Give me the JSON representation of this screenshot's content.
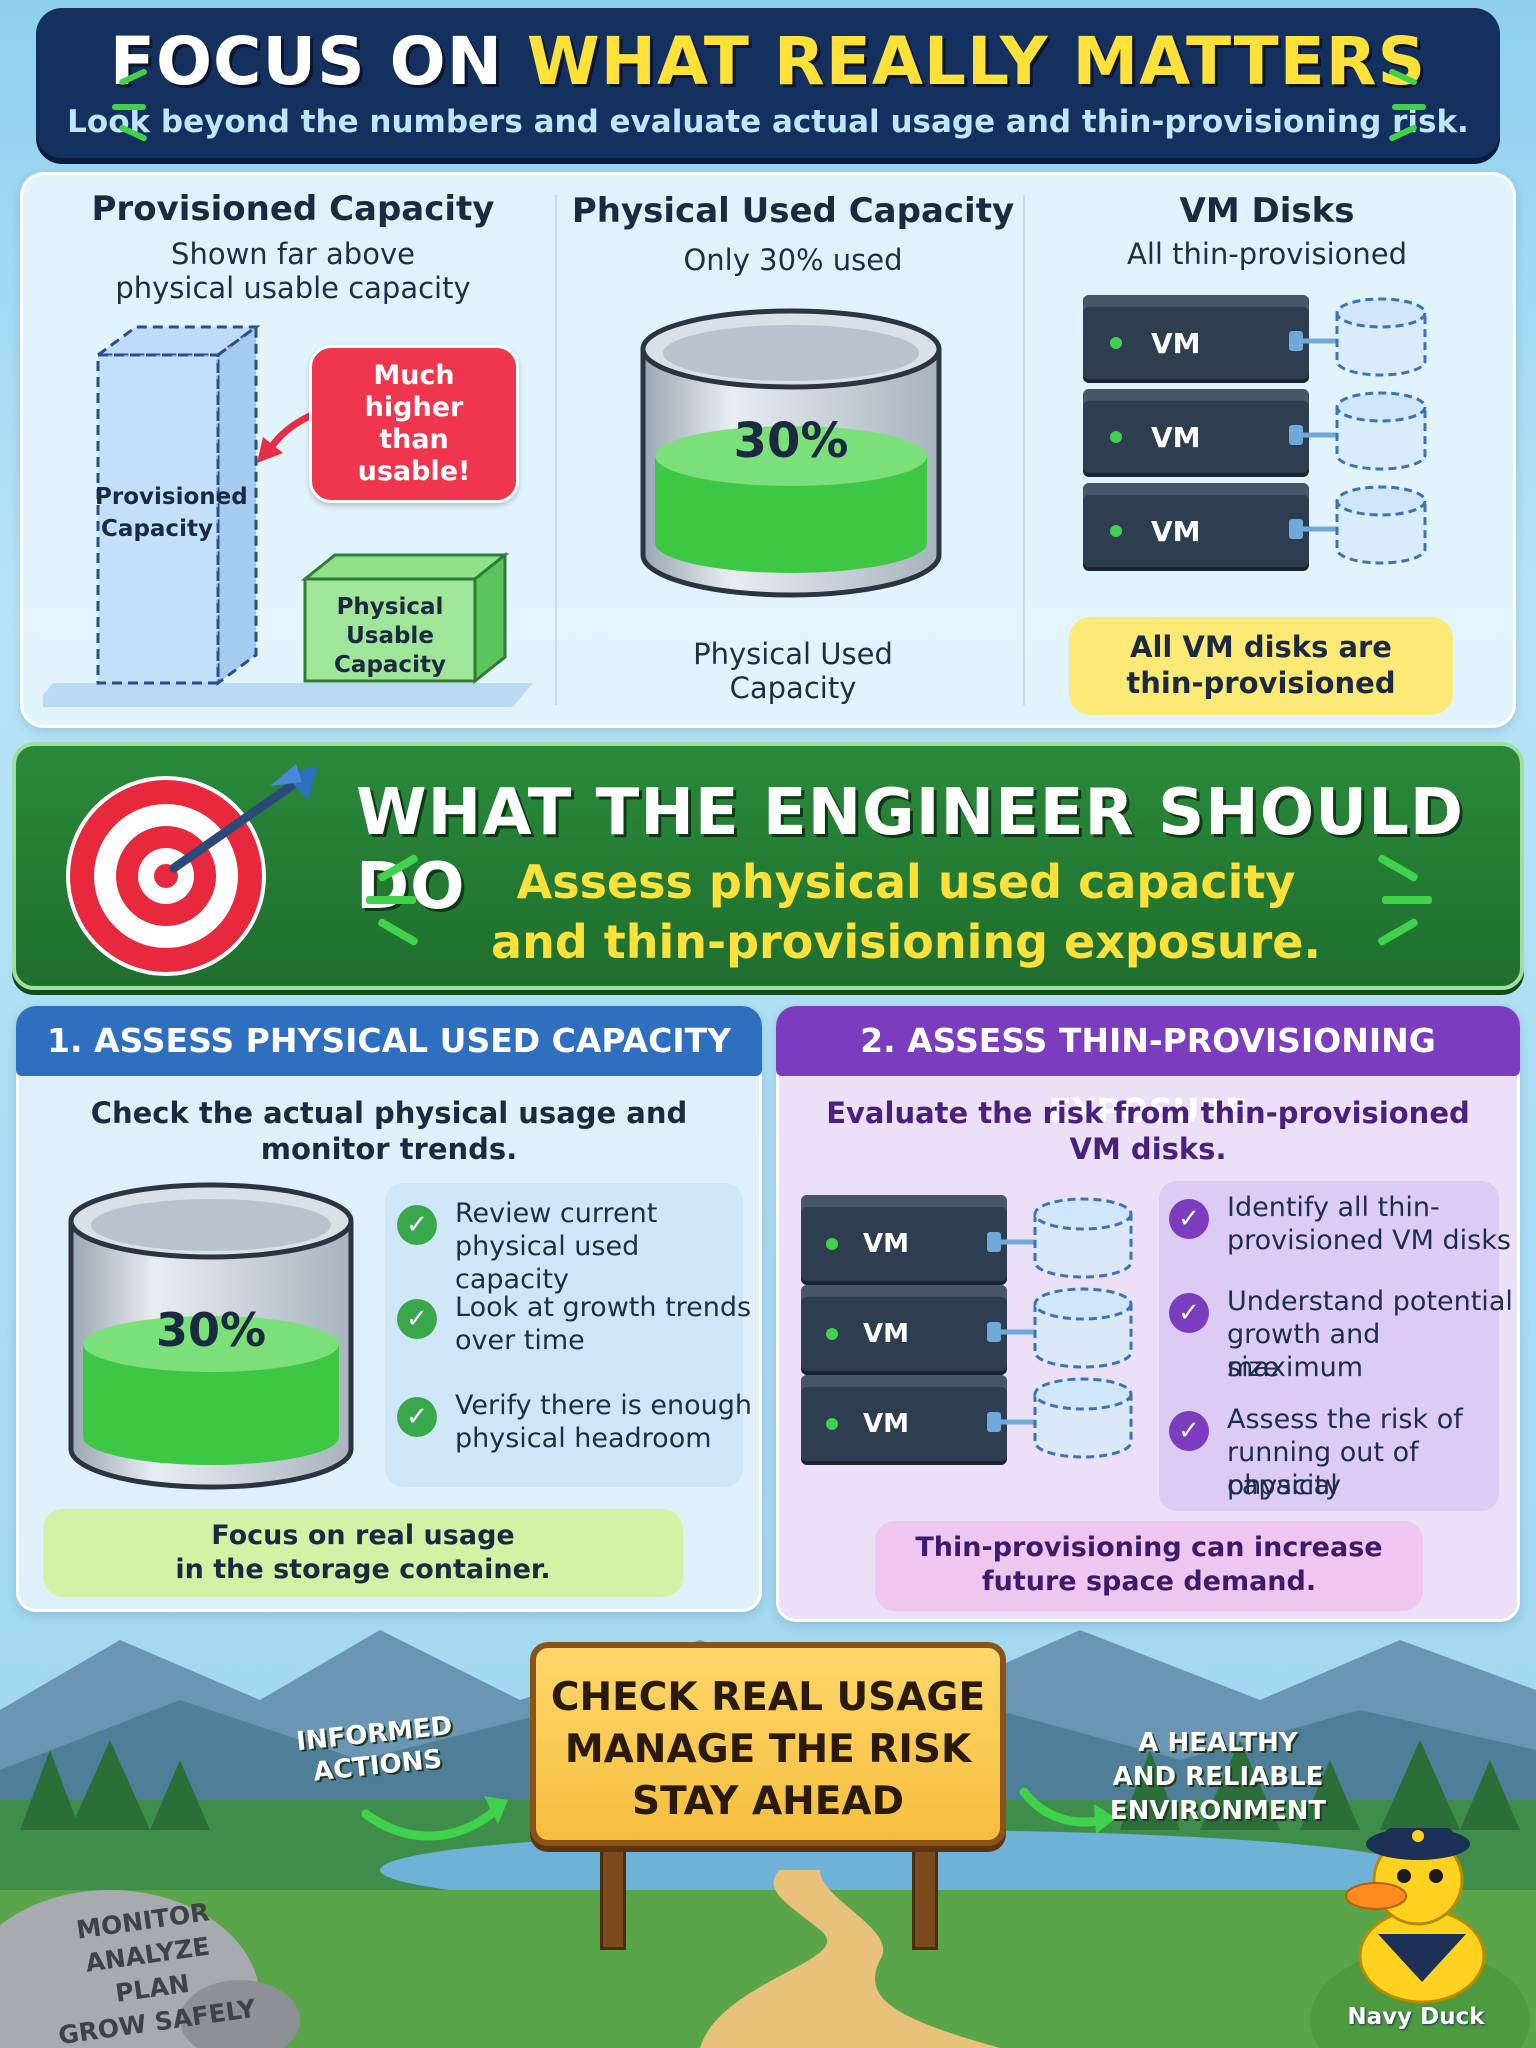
{
  "header": {
    "title_part1": "FOCUS ON ",
    "title_part2": "WHAT REALLY MATTERS",
    "subtitle": "Look beyond the numbers and evaluate actual usage and thin-provisioning risk."
  },
  "top_panel": {
    "provisioned": {
      "title": "Provisioned Capacity",
      "subtitle_line1": "Shown far above",
      "subtitle_line2": "physical usable capacity",
      "box_label_line1": "Provisioned",
      "box_label_line2": "Capacity",
      "small_box_line1": "Physical",
      "small_box_line2": "Usable",
      "small_box_line3": "Capacity",
      "callout_line1": "Much higher",
      "callout_line2": "than usable!"
    },
    "physical_used": {
      "title": "Physical Used Capacity",
      "subtitle": "Only 30% used",
      "percent": "30%",
      "fill_fraction": 0.3,
      "caption_line1": "Physical Used",
      "caption_line2": "Capacity"
    },
    "vm_disks": {
      "title": "VM Disks",
      "subtitle": "All thin-provisioned",
      "server_labels": [
        "VM",
        "VM",
        "VM"
      ],
      "note_line1": "All VM disks are",
      "note_line2": "thin-provisioned"
    }
  },
  "banner": {
    "title": "WHAT THE ENGINEER SHOULD DO",
    "sub_line1": "Assess physical used capacity",
    "sub_line2": "and thin-provisioning exposure."
  },
  "section1": {
    "header": "1. ASSESS PHYSICAL USED CAPACITY",
    "desc_line1": "Check the actual physical usage and",
    "desc_line2": "monitor trends.",
    "percent": "30%",
    "fill_fraction": 0.3,
    "checks": [
      {
        "line1": "Review current",
        "line2": "physical used capacity"
      },
      {
        "line1": "Look at growth trends",
        "line2": "over time"
      },
      {
        "line1": "Verify there is enough",
        "line2": "physical headroom"
      }
    ],
    "note_line1": "Focus on real usage",
    "note_line2": "in the storage container."
  },
  "section2": {
    "header": "2. ASSESS THIN-PROVISIONING EXPOSURE",
    "desc_line1": "Evaluate the risk from thin-provisioned",
    "desc_line2": "VM disks.",
    "server_labels": [
      "VM",
      "VM",
      "VM"
    ],
    "checks": [
      {
        "line1": "Identify all thin-",
        "line2": "provisioned VM disks",
        "line3": ""
      },
      {
        "line1": "Understand potential",
        "line2": "growth and maximum",
        "line3": "size"
      },
      {
        "line1": "Assess the risk of",
        "line2": "running out of physical",
        "line3": "capacity"
      }
    ],
    "note_line1": "Thin-provisioning can increase",
    "note_line2": "future space demand."
  },
  "footer": {
    "sign_line1": "CHECK REAL USAGE",
    "sign_line2": "MANAGE THE RISK",
    "sign_line3": "STAY AHEAD",
    "left_line1": "INFORMED",
    "left_line2": "ACTIONS",
    "right_line1": "A HEALTHY",
    "right_line2": "AND RELIABLE",
    "right_line3": "ENVIRONMENT",
    "rock_lines": [
      "MONITOR",
      "ANALYZE",
      "PLAN",
      "GROW SAFELY"
    ],
    "mascot_name": "Navy Duck"
  },
  "colors": {
    "navy": "#14305f",
    "yellow": "#ffe13a",
    "green": "#2a8a3a",
    "blue_section": "#2f6fc0",
    "purple_section": "#7b3cc0",
    "red_callout": "#f0354f"
  }
}
